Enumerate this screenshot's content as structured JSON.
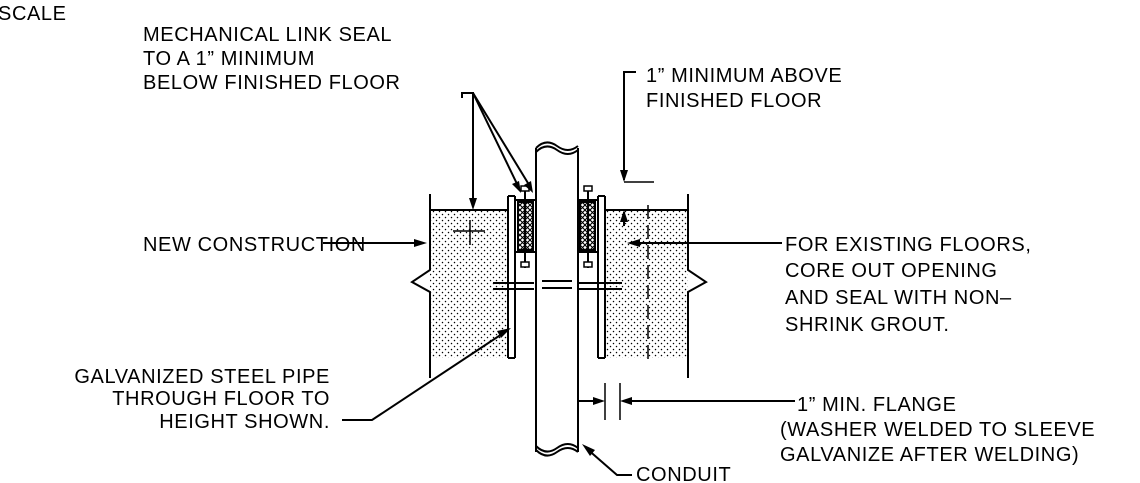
{
  "labels": {
    "scale": "SCALE",
    "mech_seal": [
      "MECHANICAL LINK SEAL",
      "TO A 1” MINIMUM",
      "BELOW FINISHED FLOOR"
    ],
    "min_above": [
      "1” MINIMUM ABOVE",
      "FINISHED FLOOR"
    ],
    "new_construction": "NEW CONSTRUCTION",
    "existing_floors": [
      "FOR EXISTING FLOORS,",
      "CORE OUT OPENING",
      "AND SEAL WITH NON–",
      "SHRINK GROUT."
    ],
    "galv_pipe": [
      "GALVANIZED STEEL PIPE",
      "THROUGH FLOOR TO",
      "HEIGHT SHOWN."
    ],
    "flange": [
      "1” MIN. FLANGE",
      "(WASHER WELDED TO SLEEVE",
      "GALVANIZE AFTER WELDING)"
    ],
    "conduit": "CONDUIT"
  }
}
